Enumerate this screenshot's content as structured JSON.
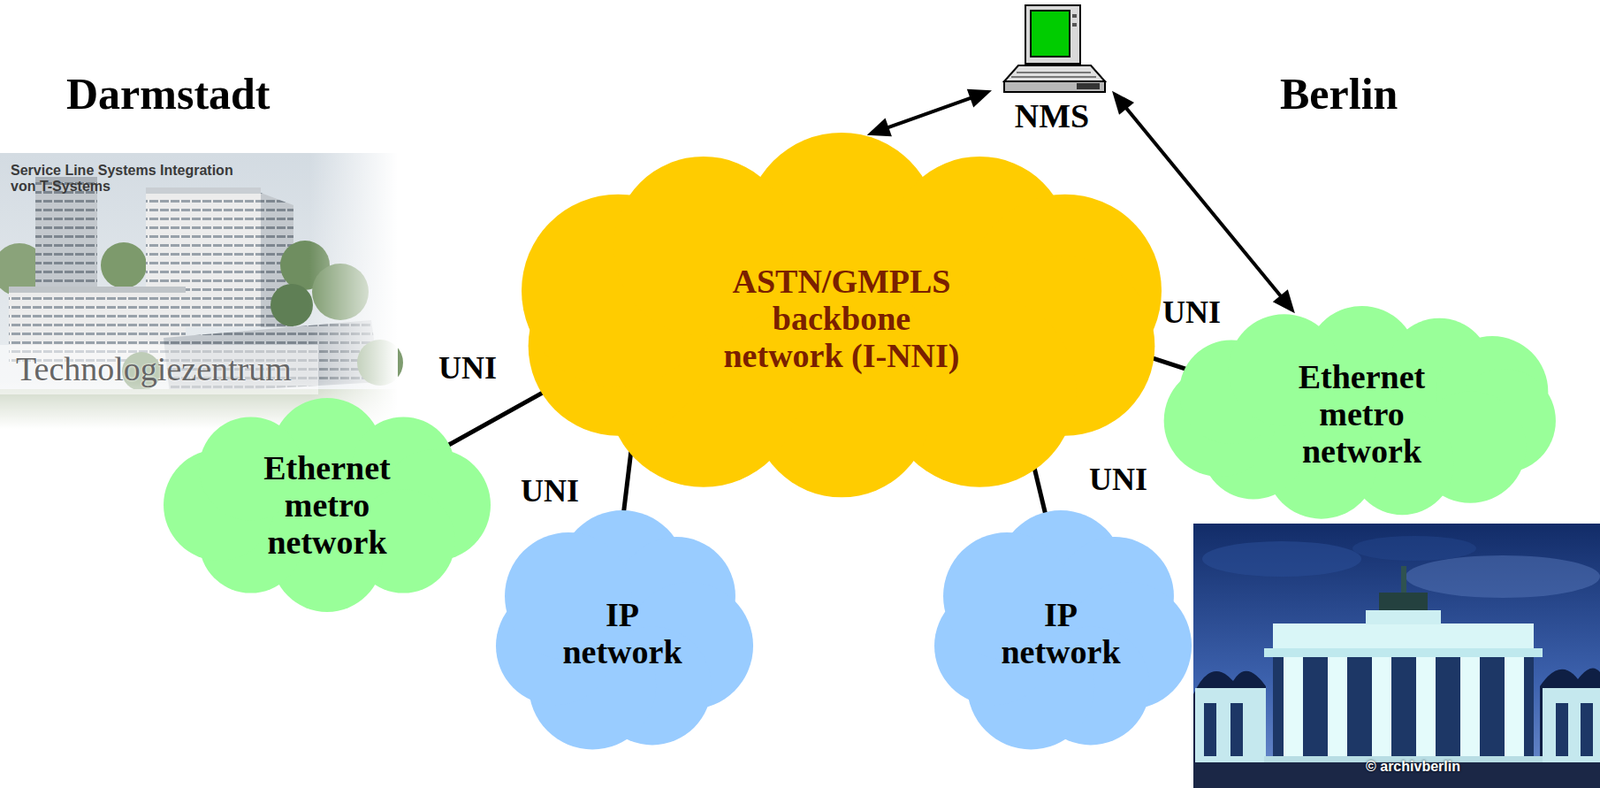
{
  "diagram": {
    "nodes": [
      {
        "text": [
          "NMS"
        ]
      },
      {
        "text": [
          "ASTN/GMPLS backbone network (I-NNI)"
        ]
      },
      {
        "text": [
          "Ethernet metro network"
        ]
      },
      {
        "text": [
          "Ethernet metro network"
        ]
      },
      {
        "text": [
          "IP network"
        ]
      },
      {
        "text": [
          "IP network"
        ]
      }
    ],
    "edges": [
      {
        "from": 0,
        "to": 1,
        "arrow": "both"
      },
      {
        "from": 0,
        "to": 3,
        "arrow": "both"
      },
      {
        "from": 1,
        "to": 2,
        "arrow": "none",
        "label": "UNI"
      },
      {
        "from": 1,
        "to": 4,
        "arrow": "none",
        "label": "UNI"
      },
      {
        "from": 1,
        "to": 5,
        "arrow": "none",
        "label": "UNI"
      },
      {
        "from": 1,
        "to": 3,
        "arrow": "none",
        "label": "UNI"
      }
    ],
    "labels": [
      "Darmstadt",
      "Berlin",
      "Service Line Systems Integration von T-Systems",
      "Technologiezentrum",
      "© archivberlin"
    ]
  }
}
